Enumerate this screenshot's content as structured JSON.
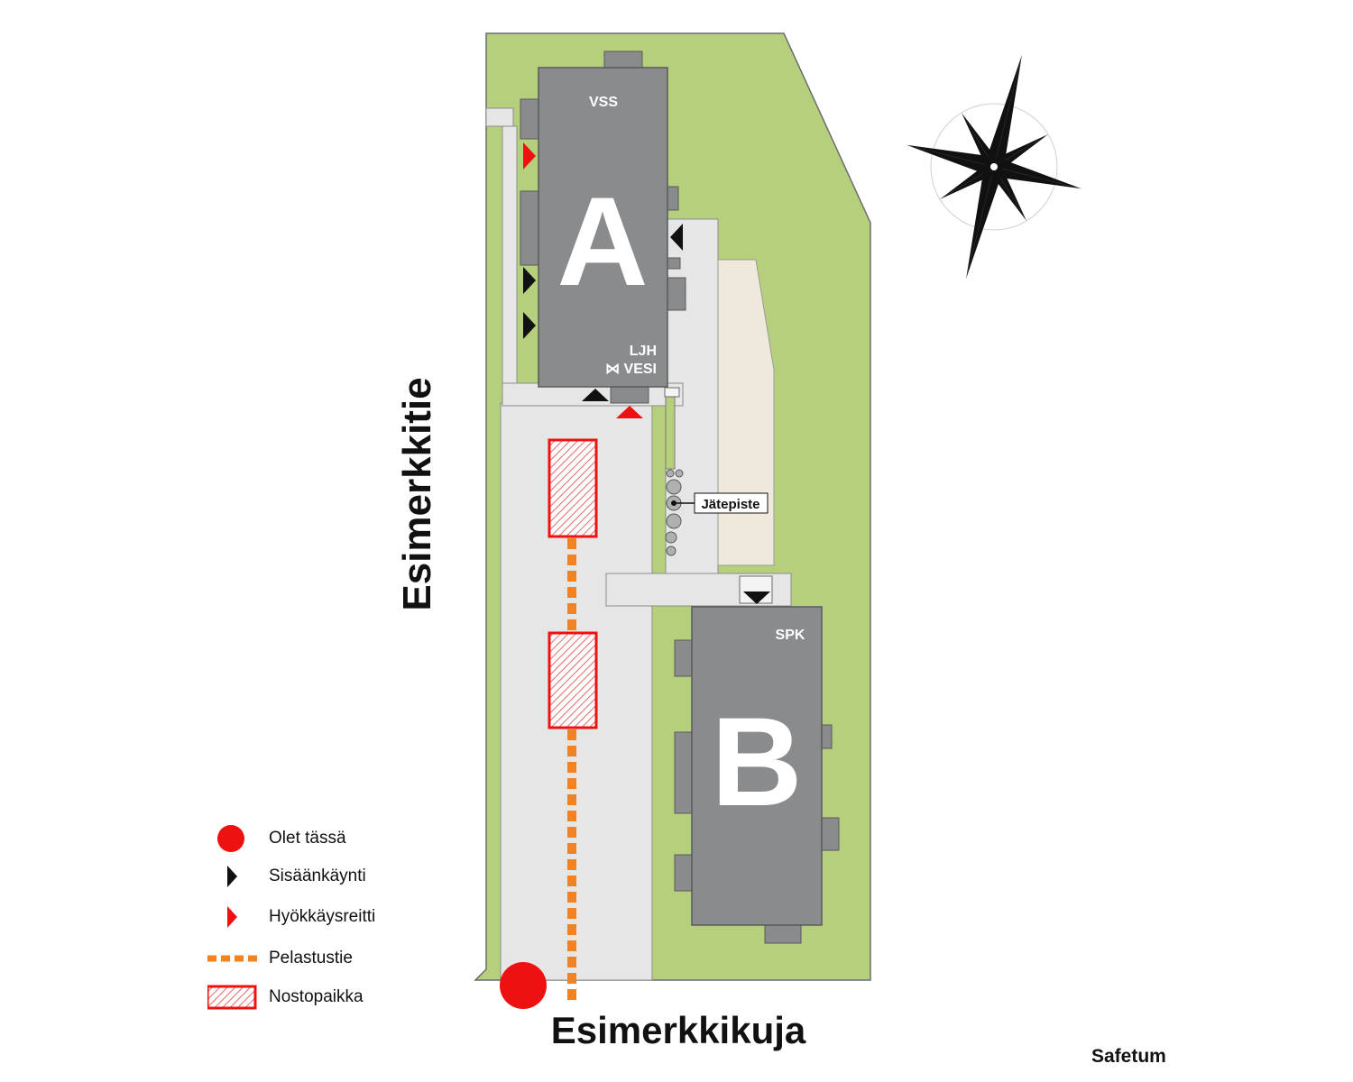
{
  "map": {
    "buildings": {
      "a": {
        "letter": "A",
        "top_label": "VSS",
        "bottom_label_1": "LJH",
        "bottom_label_2": "⋈ VESI"
      },
      "b": {
        "letter": "B",
        "top_label": "SPK"
      }
    },
    "waste_point_label": "Jätepiste",
    "roads": {
      "west": "Esimerkkitie",
      "south": "Esimerkkikuja"
    },
    "brand": "Safetum"
  },
  "legend": [
    {
      "symbol": "red-dot",
      "label": "Olet tässä"
    },
    {
      "symbol": "black-triangle",
      "label": "Sisäänkäynti"
    },
    {
      "symbol": "red-triangle",
      "label": "Hyökkäysreitti"
    },
    {
      "symbol": "orange-dashes",
      "label": "Pelastustie"
    },
    {
      "symbol": "hatched-rect",
      "label": "Nostopaikka"
    }
  ],
  "colors": {
    "grass": "#b5cf7c",
    "paving": "#e6e6e6",
    "sand": "#efe9dc",
    "building": "#8a8b8d",
    "building_dark": "#6e6f71",
    "attack": "#ee1111",
    "rescue_route": "#f6821f",
    "outline": "#5a5a5a"
  }
}
